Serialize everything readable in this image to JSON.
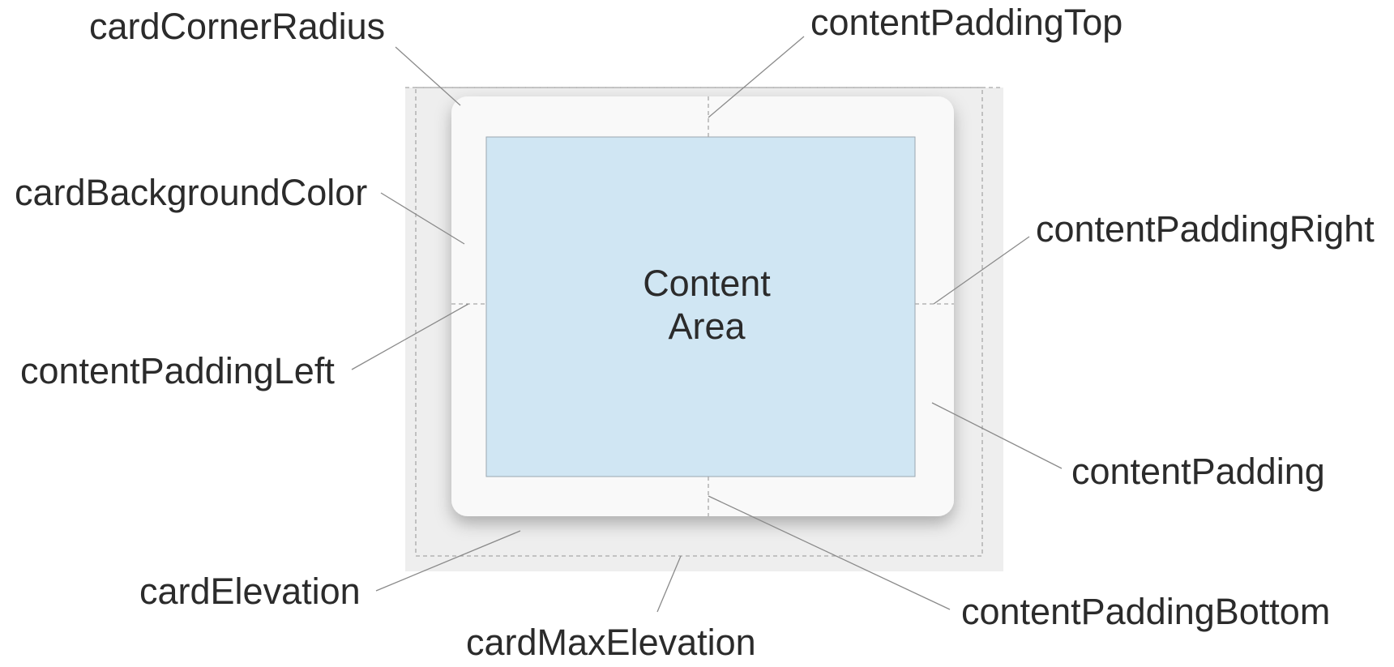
{
  "content_area": {
    "line1": "Content",
    "line2": "Area"
  },
  "labels": {
    "card_corner_radius": "cardCornerRadius",
    "content_padding_top": "contentPaddingTop",
    "card_background_color": "cardBackgroundColor",
    "content_padding_right": "contentPaddingRight",
    "content_padding_left": "contentPaddingLeft",
    "content_padding": "contentPadding",
    "card_elevation": "cardElevation",
    "content_padding_bottom": "contentPaddingBottom",
    "card_max_elevation": "cardMaxElevation"
  },
  "colors": {
    "outer_area": "#eeeeee",
    "card_background": "#f9f9f9",
    "content_area": "#d0e6f3",
    "leader_line": "#8a8a8a",
    "text": "#2b2b2b"
  }
}
